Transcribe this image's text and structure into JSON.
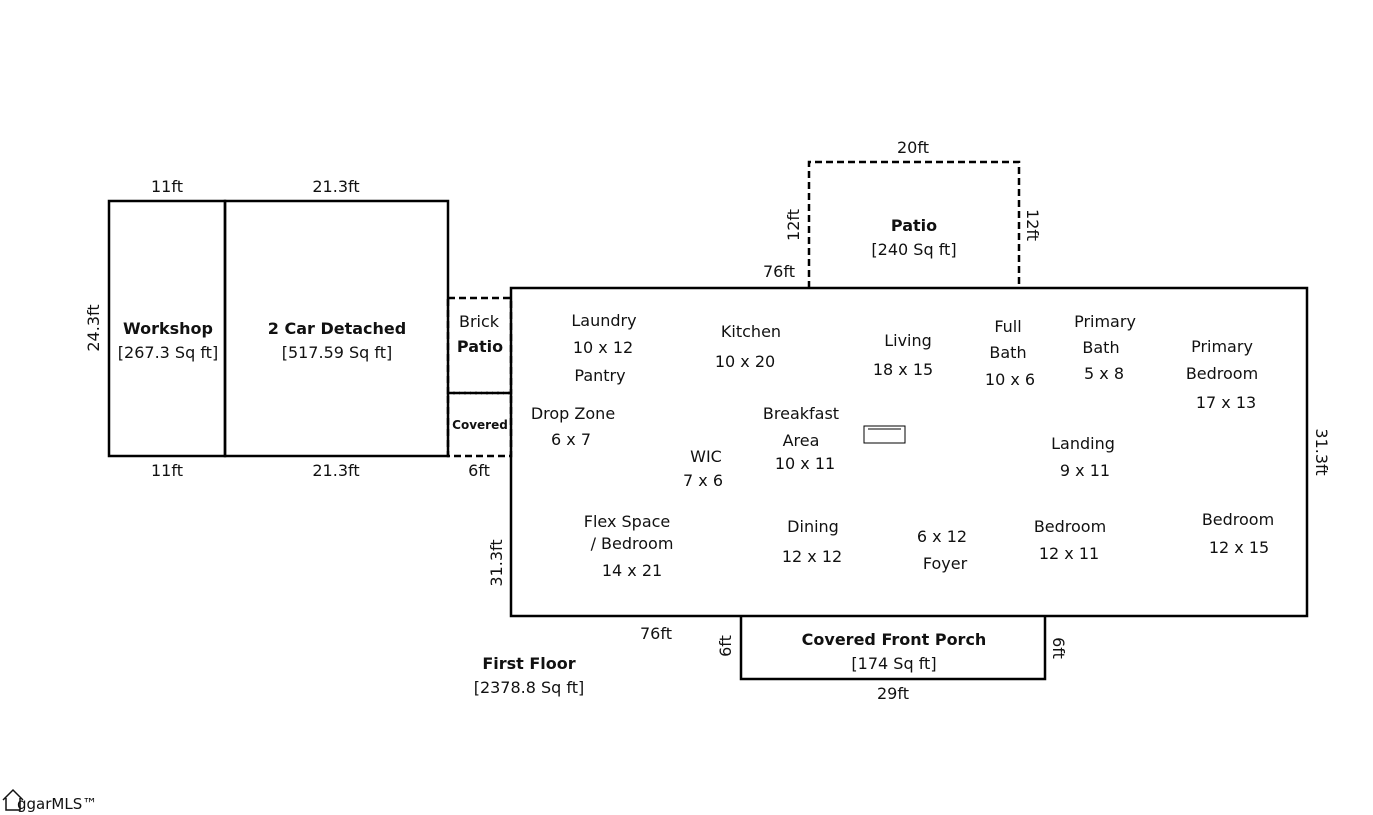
{
  "plan": {
    "workshop": {
      "name": "Workshop",
      "area": "[267.3 Sq ft]",
      "top": "11ft",
      "bottom": "11ft",
      "side": "24.3ft"
    },
    "garage": {
      "name": "2 Car Detached",
      "area": "[517.59 Sq ft]",
      "top": "21.3ft",
      "bottom": "21.3ft"
    },
    "brick_patio": {
      "line1": "Brick",
      "line2": "Patio"
    },
    "covered": {
      "label": "Covered",
      "dim": "6ft"
    },
    "patio": {
      "name": "Patio",
      "area": "[240 Sq ft]",
      "top": "20ft",
      "left": "12ft",
      "right": "12ft"
    },
    "first_floor": {
      "name": "First Floor",
      "area": "[2378.8 Sq ft]",
      "top": "76ft",
      "bottom": "76ft",
      "left": "31.3ft",
      "right": "31.3ft"
    },
    "porch": {
      "name": "Covered Front Porch",
      "area": "[174 Sq ft]",
      "bottom": "29ft",
      "left": "6ft",
      "right": "6ft"
    },
    "rooms": {
      "laundry": {
        "l1": "Laundry",
        "l2": "10 x 12",
        "l3": "Pantry"
      },
      "kitchen": {
        "l1": "Kitchen",
        "l2": "10 x 20"
      },
      "living": {
        "l1": "Living",
        "l2": "18 x 15"
      },
      "full_bath": {
        "l1": "Full",
        "l2": "Bath",
        "l3": "10 x 6"
      },
      "primary_bath": {
        "l1": "Primary",
        "l2": "Bath",
        "l3": "5 x 8"
      },
      "primary_bedroom": {
        "l1": "Primary",
        "l2": "Bedroom",
        "l3": "17 x 13"
      },
      "drop_zone": {
        "l1": "Drop Zone",
        "l2": "6 x 7"
      },
      "breakfast": {
        "l1": "Breakfast",
        "l2": "Area",
        "l3": "10 x 11"
      },
      "wic": {
        "l1": "WIC",
        "l2": "7 x 6"
      },
      "landing": {
        "l1": "Landing",
        "l2": "9 x 11"
      },
      "flex": {
        "l1": "Flex Space",
        "l2": "/ Bedroom",
        "l3": "14 x 21"
      },
      "dining": {
        "l1": "Dining",
        "l2": "12 x 12"
      },
      "foyer": {
        "l1": "6 x 12",
        "l2": "Foyer"
      },
      "bedroom_a": {
        "l1": "Bedroom",
        "l2": "12 x 11"
      },
      "bedroom_b": {
        "l1": "Bedroom",
        "l2": "12 x 15"
      }
    }
  },
  "logo": {
    "text": "ggarMLS™"
  }
}
